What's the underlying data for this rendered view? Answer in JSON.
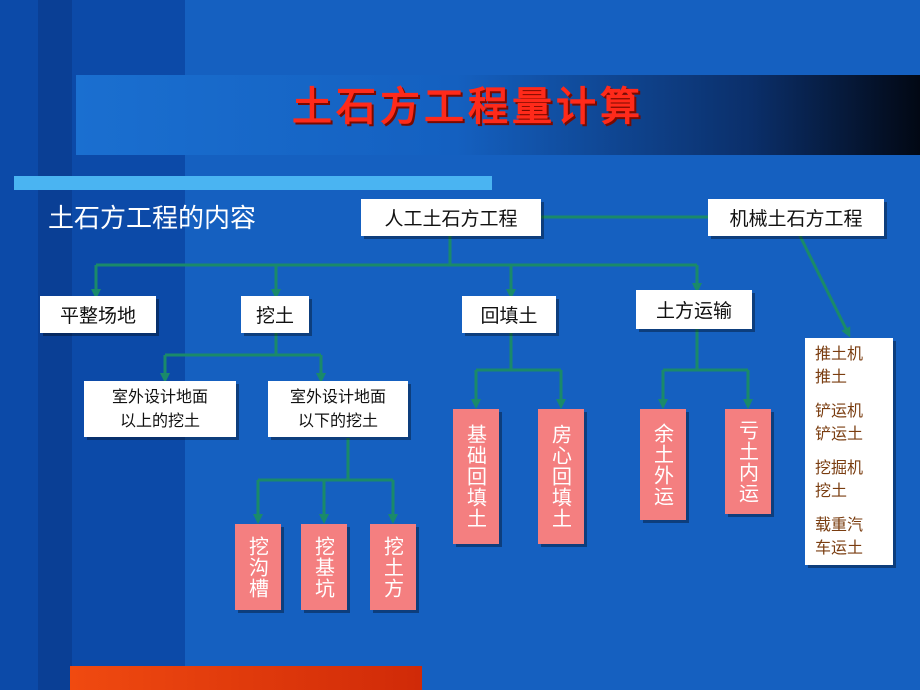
{
  "title": "土石方工程量计算",
  "subtitle": "土石方工程的内容",
  "top_nodes": {
    "manual": "人工土石方工程",
    "machine": "机械土石方工程"
  },
  "level1": [
    "平整场地",
    "挖土",
    "回填土",
    "土方运输"
  ],
  "excavation": {
    "above": "室外设计地面\n以上的挖土",
    "below": "室外设计地面\n以下的挖土",
    "types": [
      "挖沟槽",
      "挖基坑",
      "挖土方"
    ]
  },
  "backfill": [
    "基础回填土",
    "房心回填土"
  ],
  "transport": [
    "余土外运",
    "亏土内运"
  ],
  "machine_items": [
    "推土机\n推土",
    "铲运机\n铲运土",
    "挖掘机\n挖土",
    "载重汽\n车运土"
  ],
  "colors": {
    "background": "#1560c0",
    "title": "#ff2a1a",
    "connector": "#1a8a6a",
    "pink_box": "#f47f80",
    "machine_text": "#7a3d10"
  }
}
